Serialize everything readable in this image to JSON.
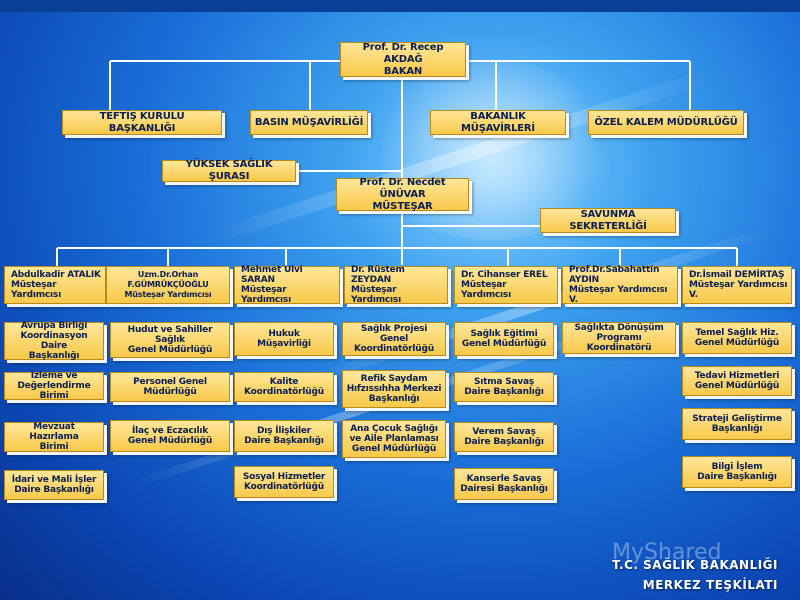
{
  "top": {
    "name": "Prof. Dr. Recep AKDAĞ",
    "title": "BAKAN"
  },
  "level1": [
    {
      "label": "TEFTİŞ KURULU BAŞKANLIĞI"
    },
    {
      "label": "BASIN MÜŞAVİRLİĞİ"
    },
    {
      "label": "BAKANLIK MÜŞAVİRLERİ"
    },
    {
      "label": "ÖZEL KALEM MÜDÜRLÜĞÜ"
    }
  ],
  "yuksek": "YÜKSEK SAĞLIK ŞURASI",
  "mustesar": {
    "name": "Prof. Dr. Necdet ÜNÜVAR",
    "title": "MÜSTEŞAR"
  },
  "savunma": "SAVUNMA SEKRETERLİĞİ",
  "deputies": [
    {
      "name": "Abdulkadir ATALIK",
      "title": "Müsteşar Yardımcısı",
      "units": [
        [
          "Avrupa Birliği",
          "Koordinasyon Daire",
          "Başkanlığı"
        ],
        [
          "İzleme ve",
          "Değerlendirme Birimi"
        ],
        [
          "Mevzuat Hazırlama",
          "Birimi"
        ],
        [
          "İdari ve Mali İşler",
          "Daire Başkanlığı"
        ]
      ]
    },
    {
      "name": "Uzm.Dr.Orhan F.GÜMRÜKÇÜOĞLU",
      "title": "Müsteşar Yardımcısı",
      "units": [
        [
          "Hudut ve Sahiller Sağlık",
          "Genel Müdürlüğü"
        ],
        [
          "Personel Genel",
          "Müdürlüğü"
        ],
        [
          "İlaç ve Eczacılık",
          "Genel Müdürlüğü"
        ]
      ]
    },
    {
      "name": "Mehmet Ulvi SARAN",
      "title": "Müsteşar Yardımcısı",
      "units": [
        [
          "Hukuk",
          "Müşavirliği"
        ],
        [
          "Kalite",
          "Koordinatörlüğü"
        ],
        [
          "Dış İlişkiler",
          "Daire Başkanlığı"
        ],
        [
          "Sosyal Hizmetler",
          "Koordinatörlüğü"
        ]
      ]
    },
    {
      "name": "Dr. Rüstem ZEYDAN",
      "title": "Müsteşar Yardımcısı",
      "units": [
        [
          "Sağlık Projesi Genel",
          "Koordinatörlüğü"
        ],
        [
          "Refik Saydam",
          "Hıfzıssıhha Merkezi",
          "Başkanlığı"
        ],
        [
          "Ana Çocuk Sağlığı",
          "ve Aile Planlaması",
          "Genel Müdürlüğü"
        ]
      ]
    },
    {
      "name": "Dr. Cihanser EREL",
      "title": "Müsteşar Yardımcısı",
      "units": [
        [
          "Sağlık Eğitimi",
          "Genel Müdürlüğü"
        ],
        [
          "Sıtma Savaş",
          "Daire Başkanlığı"
        ],
        [
          "Verem Savaş",
          "Daire Başkanlığı"
        ],
        [
          "Kanserle Savaş",
          "Dairesi Başkanlığı"
        ]
      ]
    },
    {
      "name": "Prof.Dr.Sabahattin AYDIN",
      "title": "Müsteşar Yardımcısı V.",
      "units": [
        [
          "Sağlıkta Dönüşüm",
          "Programı Koordinatörü"
        ]
      ]
    },
    {
      "name": "Dr.İsmail DEMİRTAŞ",
      "title": "Müsteşar Yardımcısı V.",
      "units": [
        [
          "Temel Sağlık Hiz.",
          "Genel Müdürlüğü"
        ],
        [
          "Tedavi Hizmetleri",
          "Genel Müdürlüğü"
        ],
        [
          "Strateji Geliştirme",
          "Başkanlığı"
        ],
        [
          "Bilgi İşlem",
          "Daire Başkanlığı"
        ]
      ]
    }
  ],
  "footer": {
    "line1": "T.C. SAĞLIK BAKANLIĞI",
    "line2": "MERKEZ TEŞKİLATI"
  },
  "watermark": "MyShared"
}
